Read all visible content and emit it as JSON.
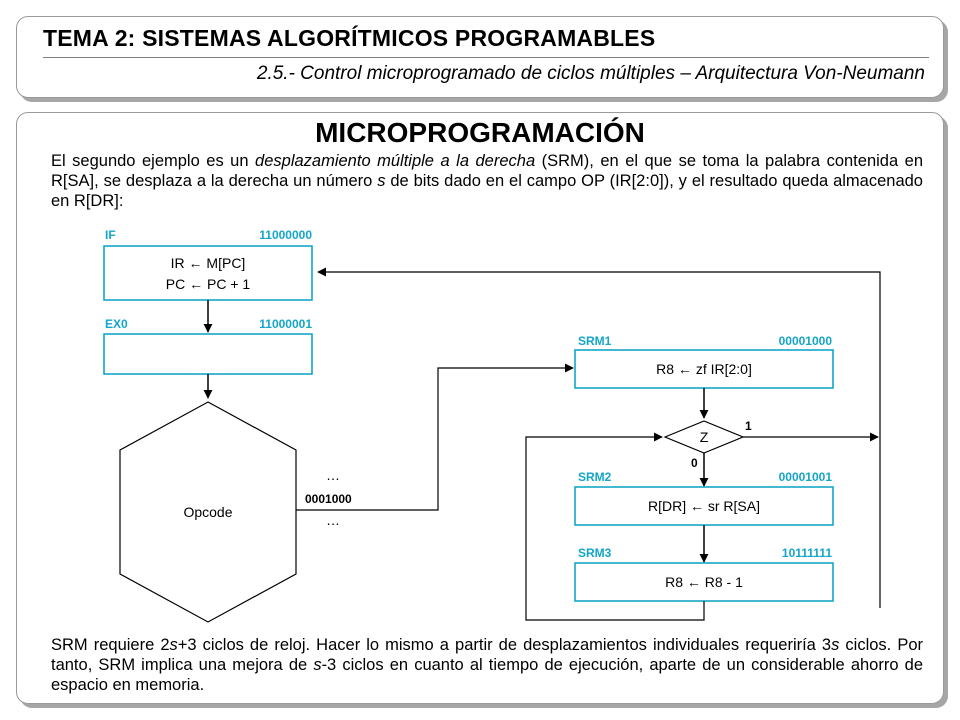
{
  "header": {
    "title": "TEMA 2: SISTEMAS ALGORÍTMICOS PROGRAMABLES",
    "subtitle": "2.5.- Control microprogramado de ciclos múltiples – Arquitectura Von-Neumann"
  },
  "main": {
    "title": "MICROPROGRAMACIÓN",
    "intro": {
      "p1": "El segundo ejemplo es un ",
      "em1": "desplazamiento múltiple a la derecha",
      "p2": " (SRM), en el que se toma la palabra contenida en R[SA], se desplaza a la derecha un número ",
      "em2": "s",
      "p3": " de bits dado en el campo OP (IR[2:0]), y el resultado queda almacenado en R[DR]:"
    },
    "conclusion": {
      "p1": "SRM requiere 2",
      "em1": "s",
      "p2": "+3 ciclos de reloj. Hacer lo mismo a partir de desplazamientos individuales requeriría 3",
      "em2": "s",
      "p3": " ciclos. Por tanto, SRM implica una mejora de ",
      "em3": "s",
      "p4": "-3 ciclos en cuanto al tiempo de ejecución, aparte de un considerable ahorro de espacio en memoria."
    }
  },
  "diagram": {
    "states": {
      "if": {
        "name": "IF",
        "code": "11000000",
        "line1": "IR ← M[PC]",
        "line2": "PC ← PC + 1"
      },
      "ex0": {
        "name": "EX0",
        "code": "11000001"
      },
      "srm1": {
        "name": "SRM1",
        "code": "00001000",
        "line1": "R8 ← zf IR[2:0]"
      },
      "srm2": {
        "name": "SRM2",
        "code": "00001001",
        "line1": "R[DR] ← sr R[SA]"
      },
      "srm3": {
        "name": "SRM3",
        "code": "10111111",
        "line1": "R8 ← R8 - 1"
      }
    },
    "opcode": {
      "label": "Opcode",
      "branch_code": "0001000",
      "ellipsis": "…"
    },
    "decision": {
      "label": "Z",
      "true_label": "1",
      "false_label": "0"
    },
    "colors": {
      "label": "#13a6c8",
      "box_border": "#13a6c8"
    }
  }
}
